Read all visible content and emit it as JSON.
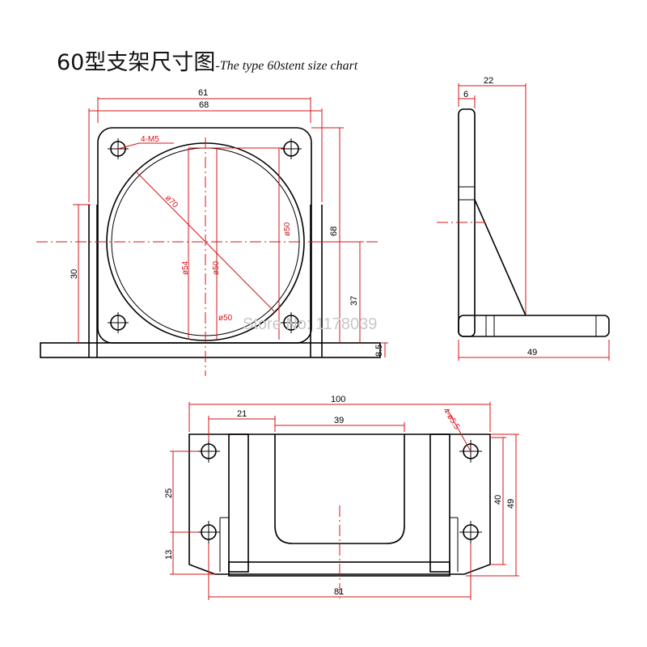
{
  "title": {
    "cn": "60型支架尺寸图",
    "en": "-The type 60stent size chart"
  },
  "watermark": "Store No: 1178039",
  "front_view": {
    "dims": {
      "w61": "61",
      "w68": "68",
      "h68": "68",
      "h37": "37",
      "h30": "30",
      "t8_5": "8.5",
      "holes": "4-M5",
      "d70": "ø70",
      "d50a": "ø50",
      "d54": "ø54",
      "d50b": "ø50",
      "d50c": "ø50"
    }
  },
  "side_view": {
    "dims": {
      "w22": "22",
      "w6": "6",
      "w49": "49"
    }
  },
  "top_view": {
    "dims": {
      "w100": "100",
      "w21": "21",
      "w39": "39",
      "holes": "4-ø5.5",
      "h25": "25",
      "h13": "13",
      "h40": "40",
      "h49": "49",
      "w81": "81"
    }
  },
  "colors": {
    "outline": "#000000",
    "dimension": "#d4141a",
    "watermark": "#c8c8c8"
  }
}
